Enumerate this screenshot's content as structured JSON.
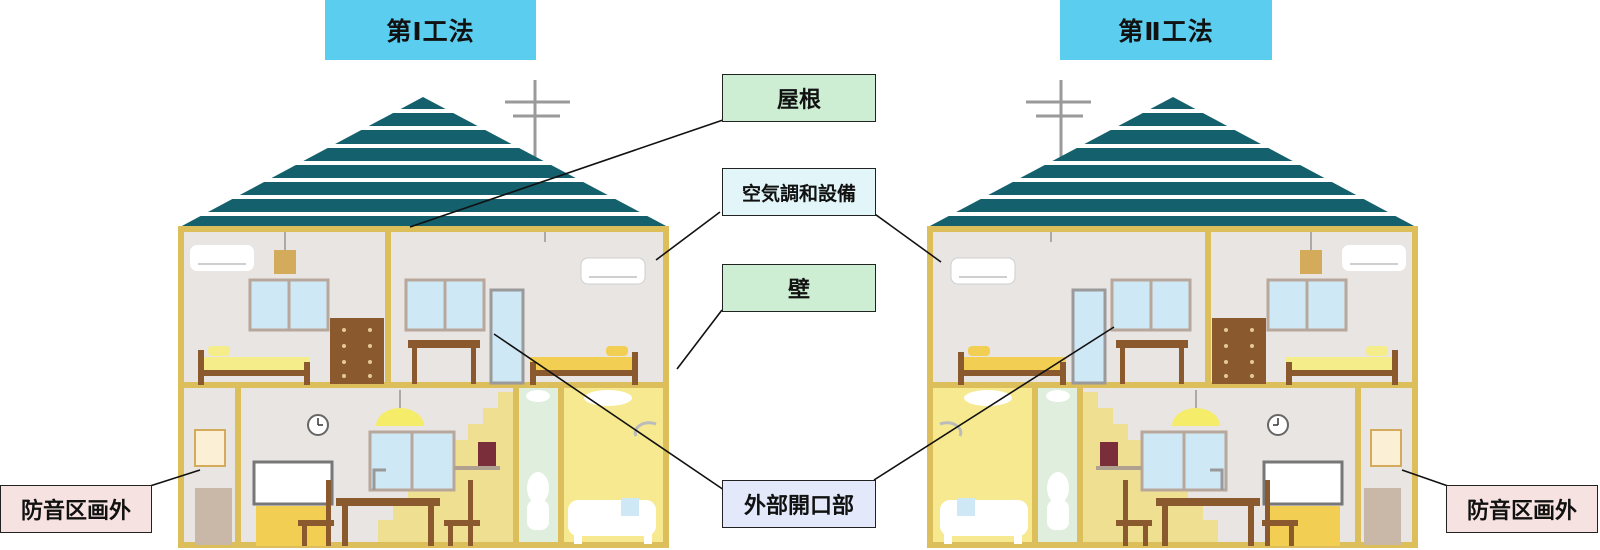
{
  "titles": {
    "left": "第Ⅰ工法",
    "right": "第Ⅱ工法"
  },
  "labels": {
    "roof": "屋根",
    "hvac": "空気調和設備",
    "wall": "壁",
    "opening": "外部開口部",
    "outside_left": "防音区画外",
    "outside_right": "防音区画外"
  },
  "colors": {
    "title_bg": "#5bcdee",
    "roof": "#14606c",
    "frame": "#dcbf5a",
    "room_bg": "#e8e5e2",
    "yellow_room": "#f4e79a",
    "bath": "#f6e98f",
    "label_green": "#cdeed3",
    "label_lightblue": "#e2f5f8",
    "label_periwinkle": "#e3e8fb",
    "label_pink": "#f6e3e1"
  },
  "icons": [
    "antenna-icon",
    "air-conditioner-icon",
    "pendant-lamp-icon",
    "window-icon",
    "bed-icon",
    "chest-of-drawers-icon",
    "desk-icon",
    "wall-clock-icon",
    "tv-icon",
    "dining-table-icon",
    "staircase-icon",
    "toilet-icon",
    "bathtub-icon",
    "door-icon"
  ]
}
